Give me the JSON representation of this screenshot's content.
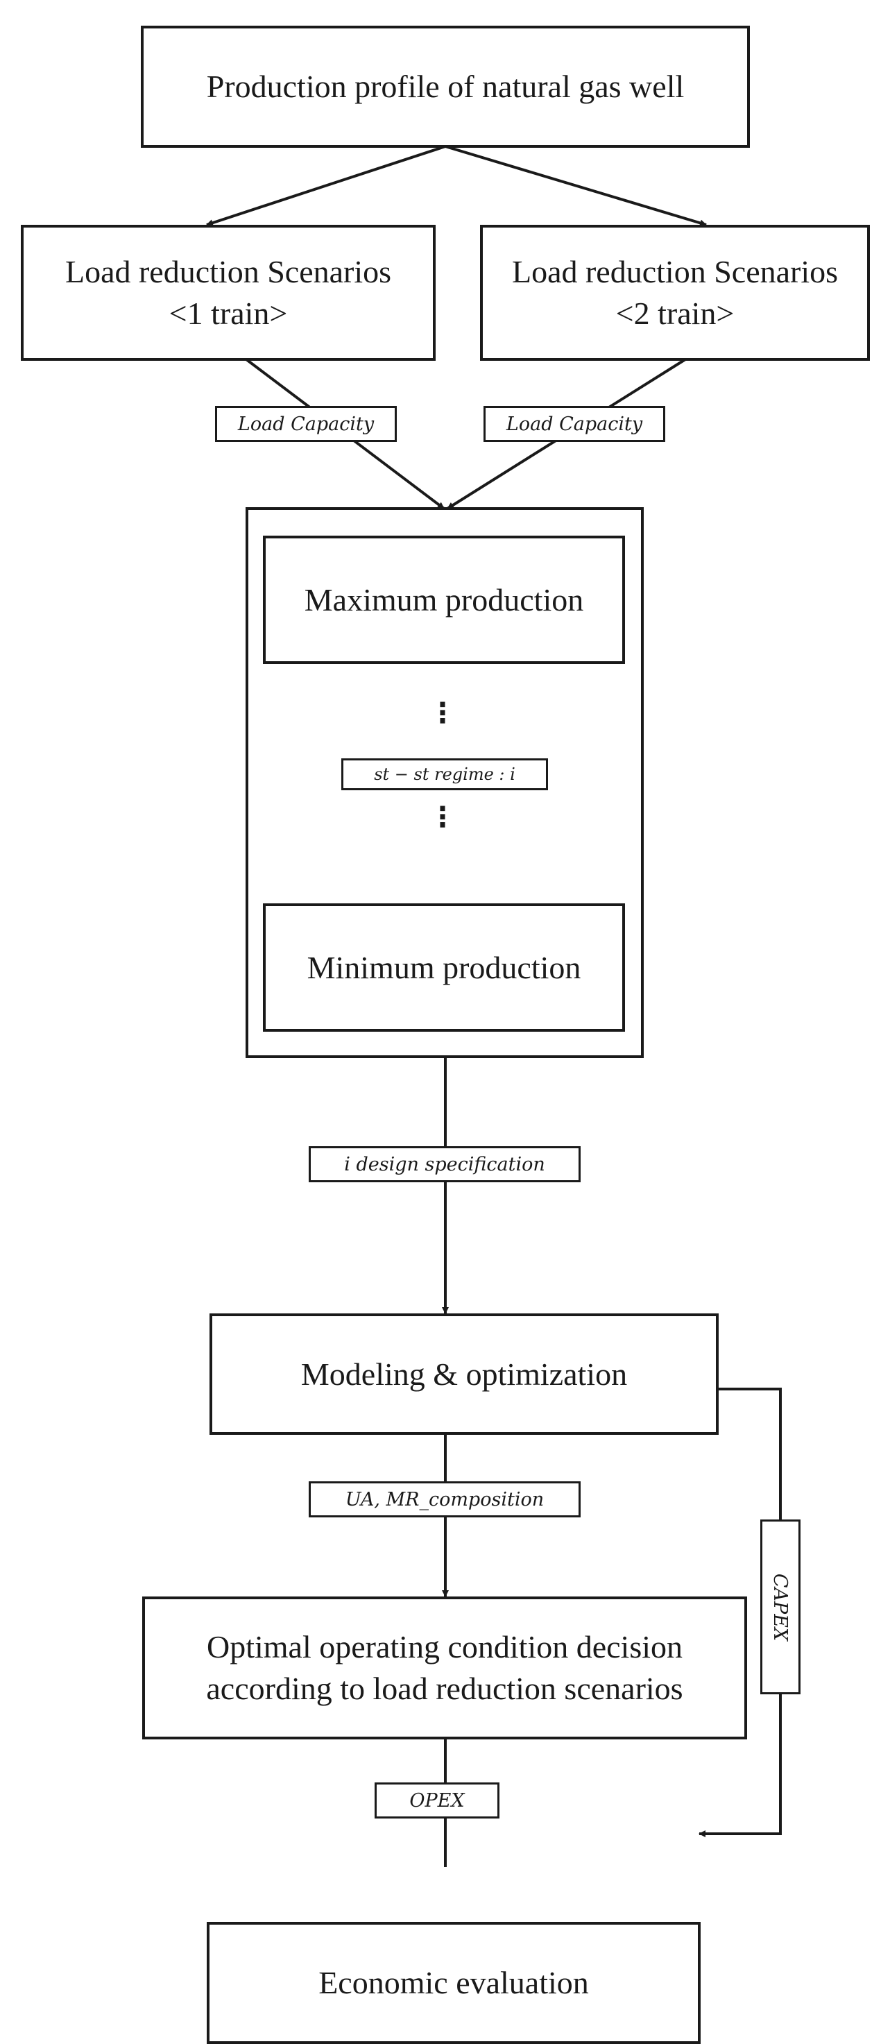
{
  "nodes": {
    "production_profile": "Production profile of natural gas well",
    "scenario_1": {
      "line1": "Load reduction Scenarios",
      "line2": "<1 train>"
    },
    "scenario_2": {
      "line1": "Load reduction Scenarios",
      "line2": "<2 train>"
    },
    "max_production": "Maximum production",
    "min_production": "Minimum production",
    "modeling": "Modeling & optimization",
    "decision": {
      "line1": "Optimal operating condition decision",
      "line2": "according to load reduction scenarios"
    },
    "economic": "Economic evaluation"
  },
  "labels": {
    "load_capacity_1": "Load Capacity",
    "load_capacity_2": "Load Capacity",
    "regime": "st − st regime : i",
    "design_spec": "i design specification",
    "ua_mr": "UA, MR_composition",
    "capex": "CAPEX",
    "opex": "OPEX"
  },
  "symbols": {
    "dots_top": "⋮",
    "dots_bottom": "⋮"
  }
}
